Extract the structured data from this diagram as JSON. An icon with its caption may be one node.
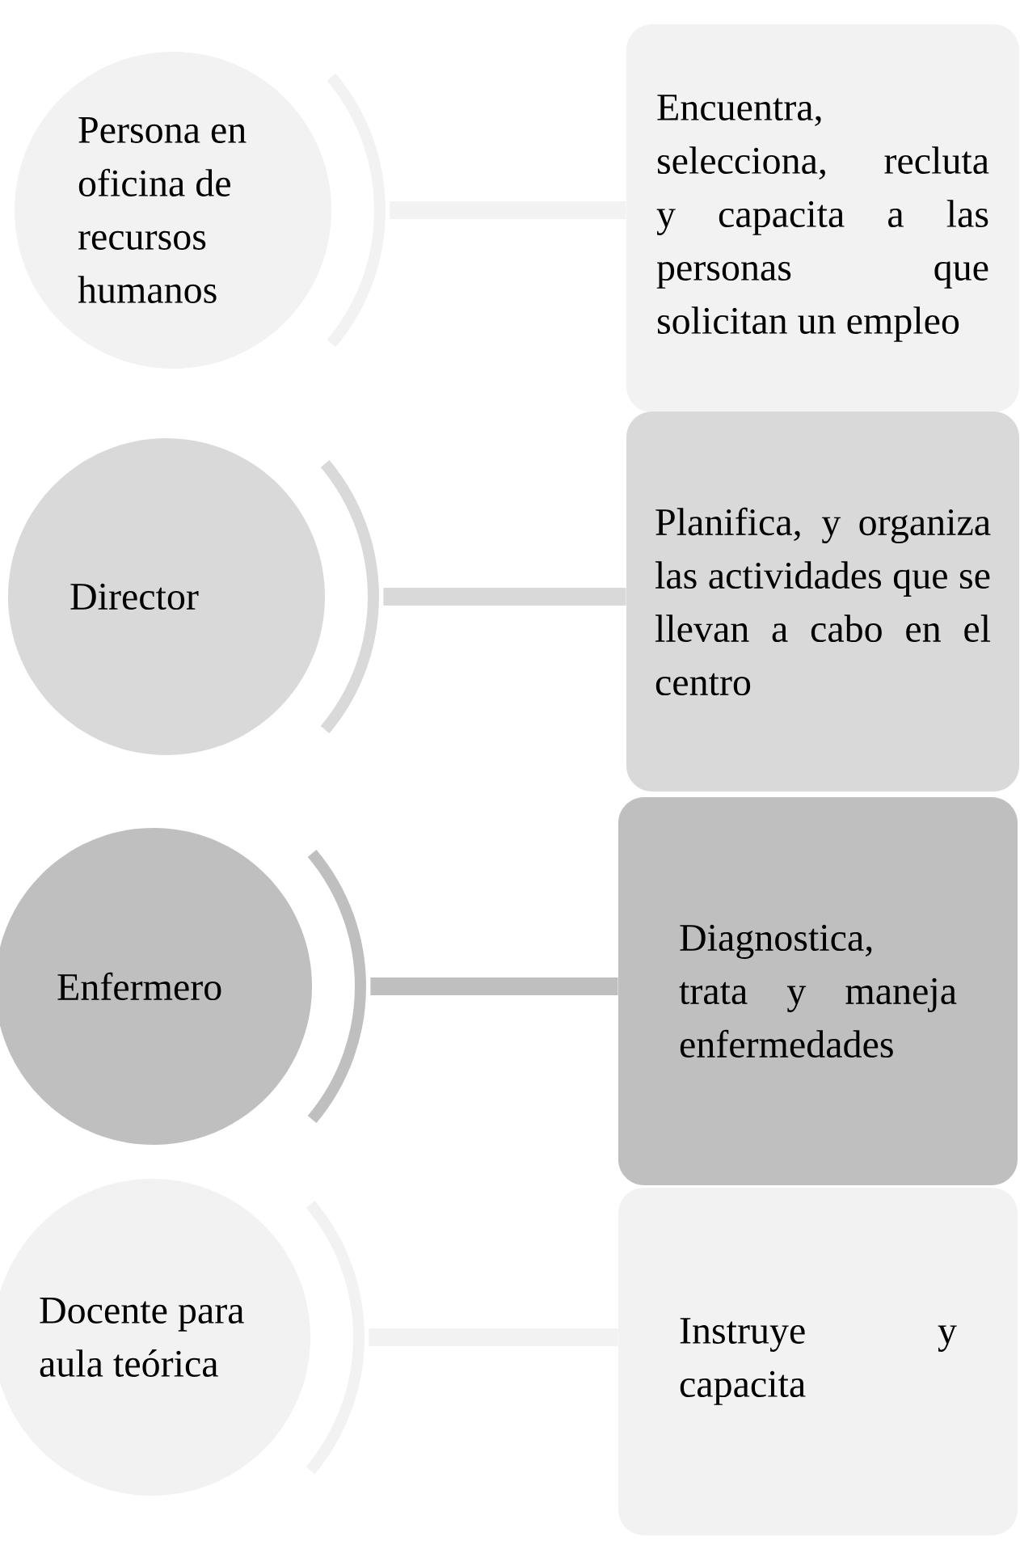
{
  "diagram": {
    "nodes": [
      {
        "text": [
          "Persona en oficina de recursos humanos"
        ]
      },
      {
        "text": [
          "Encuentra, selecciona, recluta y capacita a las personas que solicitan un empleo"
        ]
      },
      {
        "text": [
          "Director"
        ]
      },
      {
        "text": [
          "Planifica, y organiza las actividades que se llevan a cabo en el centro"
        ]
      },
      {
        "text": [
          "Enfermero"
        ]
      },
      {
        "text": [
          "Diagnostica, trata y maneja enfermedades"
        ]
      },
      {
        "text": [
          "Docente para aula teórica"
        ]
      },
      {
        "text": [
          "Instruye y capacita"
        ]
      }
    ],
    "edges": [
      {
        "from": 0,
        "to": 1,
        "arrow": "none"
      },
      {
        "from": 2,
        "to": 3,
        "arrow": "none",
        "color": "#d9d9d9"
      },
      {
        "from": 4,
        "to": 5,
        "arrow": "none",
        "color": "#bfbfbf"
      },
      {
        "from": 6,
        "to": 7,
        "arrow": "none"
      }
    ]
  }
}
